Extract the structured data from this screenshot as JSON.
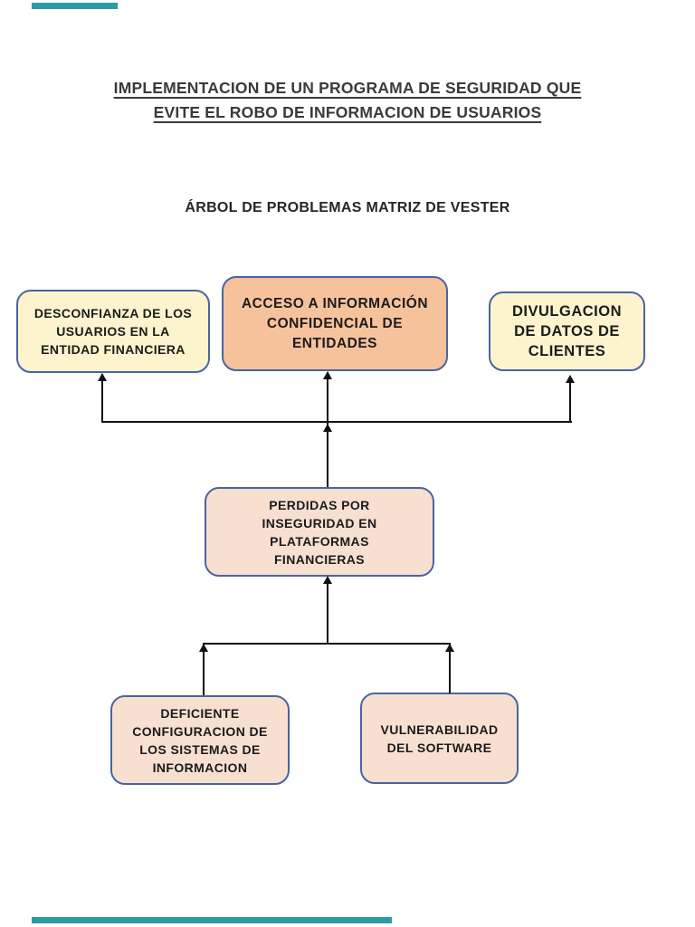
{
  "page": {
    "title": "IMPLEMENTACION DE UN PROGRAMA DE SEGURIDAD QUE\nEVITE EL ROBO DE INFORMACION DE USUARIOS",
    "subtitle": "ÁRBOL DE PROBLEMAS MATRIZ DE VESTER"
  },
  "colors": {
    "effect_fill_cream": "#fdf3cd",
    "central_problem_fill_orange": "#f5c29c",
    "cause_fill_peach": "#f8e0d0",
    "node_border_blue": "#4a64a0",
    "connector_black": "#111111",
    "page_edge_accent_teal": "#2d9aa7",
    "title_text": "#3a3a3a"
  },
  "diagram": {
    "nodes": [
      {
        "id": "desconfianza",
        "label": "DESCONFIANZA DE LOS\nUSUARIOS EN LA\nENTIDAD FINANCIERA",
        "role": "effect"
      },
      {
        "id": "acceso",
        "label": "ACCESO A INFORMACIÓN\nCONFIDENCIAL DE\nENTIDADES",
        "role": "effect"
      },
      {
        "id": "divulgacion",
        "label": "DIVULGACION\nDE DATOS DE\nCLIENTES",
        "role": "effect"
      },
      {
        "id": "perdidas",
        "label": "PERDIDAS POR\nINSEGURIDAD EN\nPLATAFORMAS\nFINANCIERAS",
        "role": "central-problem"
      },
      {
        "id": "deficiente",
        "label": "DEFICIENTE\nCONFIGURACION DE\nLOS SISTEMAS DE\nINFORMACION",
        "role": "cause"
      },
      {
        "id": "vulnerabilidad",
        "label": "VULNERABILIDAD\nDEL SOFTWARE",
        "role": "cause"
      }
    ],
    "edges": [
      {
        "from": "perdidas",
        "to": "desconfianza"
      },
      {
        "from": "perdidas",
        "to": "acceso"
      },
      {
        "from": "perdidas",
        "to": "divulgacion"
      },
      {
        "from": "deficiente",
        "to": "perdidas"
      },
      {
        "from": "vulnerabilidad",
        "to": "perdidas"
      }
    ]
  }
}
